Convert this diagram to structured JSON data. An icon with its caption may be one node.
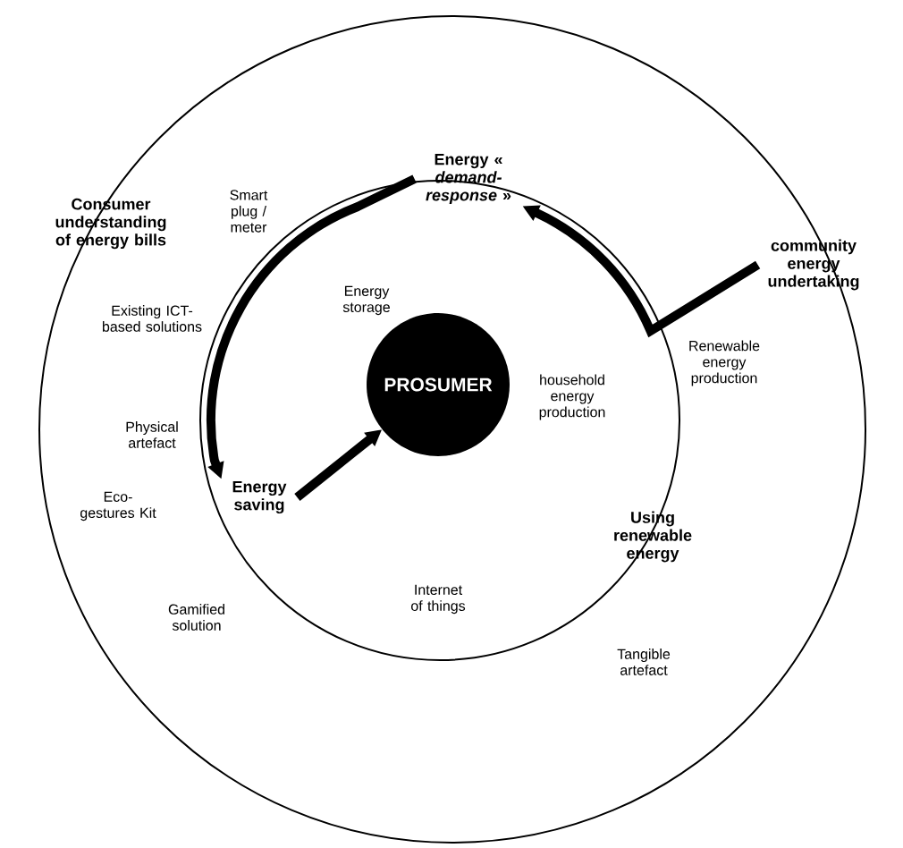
{
  "diagram": {
    "nodes": [
      {
        "text": [
          "PROSUMER"
        ]
      },
      {
        "text": [
          "Energy « *demand-response* »"
        ]
      },
      {
        "text": [
          "community energy undertaking"
        ]
      },
      {
        "text": [
          "Energy saving"
        ]
      }
    ],
    "edges": [
      {
        "from": 2,
        "to": 1,
        "arrow": "to"
      },
      {
        "from": 1,
        "to": 3,
        "arrow": "to"
      },
      {
        "from": 3,
        "to": 0,
        "arrow": "to"
      }
    ],
    "labels": [
      "Consumer understanding of energy bills",
      "Smart plug / meter",
      "Existing ICT-based solutions",
      "Energy storage",
      "Renewable energy production",
      "household energy production",
      "Physical artefact",
      "Eco-gestures Kit",
      "Using renewable energy",
      "Gamified solution",
      "Internet of things",
      "Tangible artefact"
    ]
  }
}
